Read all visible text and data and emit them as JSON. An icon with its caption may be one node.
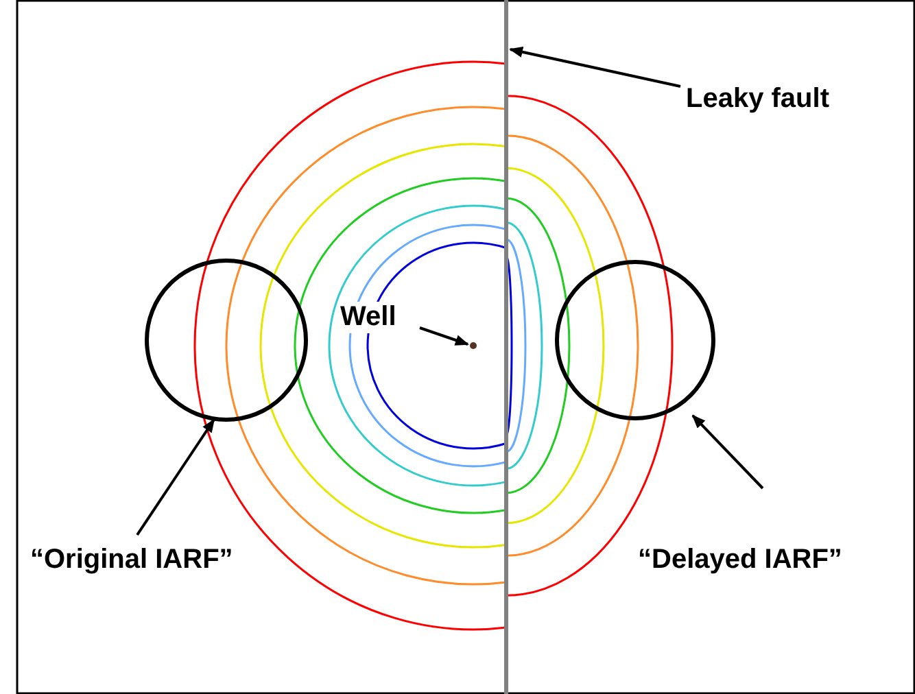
{
  "diagram": {
    "nodes": [
      {
        "text": [
          "Leaky fault"
        ]
      },
      {
        "text": [],
        "shape": "bar"
      },
      {
        "text": [
          "Well"
        ]
      },
      {
        "text": [],
        "shape": "circle"
      },
      {
        "text": [
          "“Original IARF”"
        ]
      },
      {
        "text": [],
        "shape": "circle"
      },
      {
        "text": [
          "“Delayed IARF”"
        ]
      },
      {
        "text": [],
        "shape": "circle"
      }
    ],
    "edges": [
      {
        "from": 0,
        "to": 1,
        "arrow": "to"
      },
      {
        "from": 2,
        "to": 5,
        "arrow": "to"
      },
      {
        "from": 4,
        "to": 3,
        "arrow": "to"
      },
      {
        "from": 6,
        "to": 7,
        "arrow": "to"
      }
    ]
  }
}
